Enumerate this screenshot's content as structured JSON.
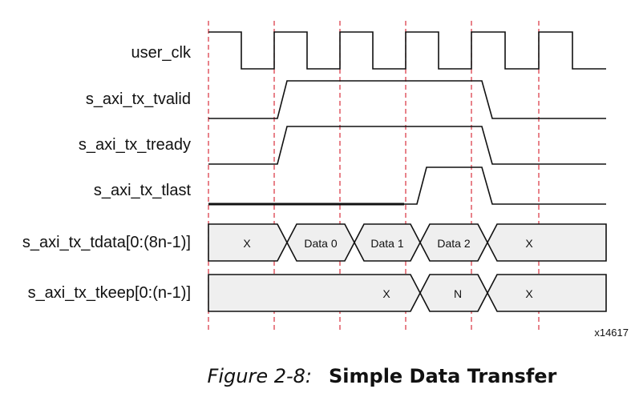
{
  "signals": [
    {
      "id": "user_clk",
      "label": "user_clk"
    },
    {
      "id": "tvalid",
      "label": "s_axi_tx_tvalid"
    },
    {
      "id": "tready",
      "label": "s_axi_tx_tready"
    },
    {
      "id": "tlast",
      "label": "s_axi_tx_tlast"
    },
    {
      "id": "tdata",
      "label": "s_axi_tx_tdata[0:(8n-1)]"
    },
    {
      "id": "tkeep",
      "label": "s_axi_tx_tkeep[0:(n-1)]"
    }
  ],
  "buses": {
    "tdata": {
      "segments": [
        "X",
        "Data 0",
        "Data 1",
        "Data 2",
        "X"
      ]
    },
    "tkeep": {
      "segments": [
        "X",
        "N",
        "X"
      ]
    }
  },
  "figure_id": "x14617",
  "caption": {
    "figure_number": "Figure 2-8:",
    "title": "Simple Data Transfer"
  },
  "colors": {
    "guide_line": "#d9303c",
    "bus_fill": "#efefef",
    "line": "#111111"
  }
}
